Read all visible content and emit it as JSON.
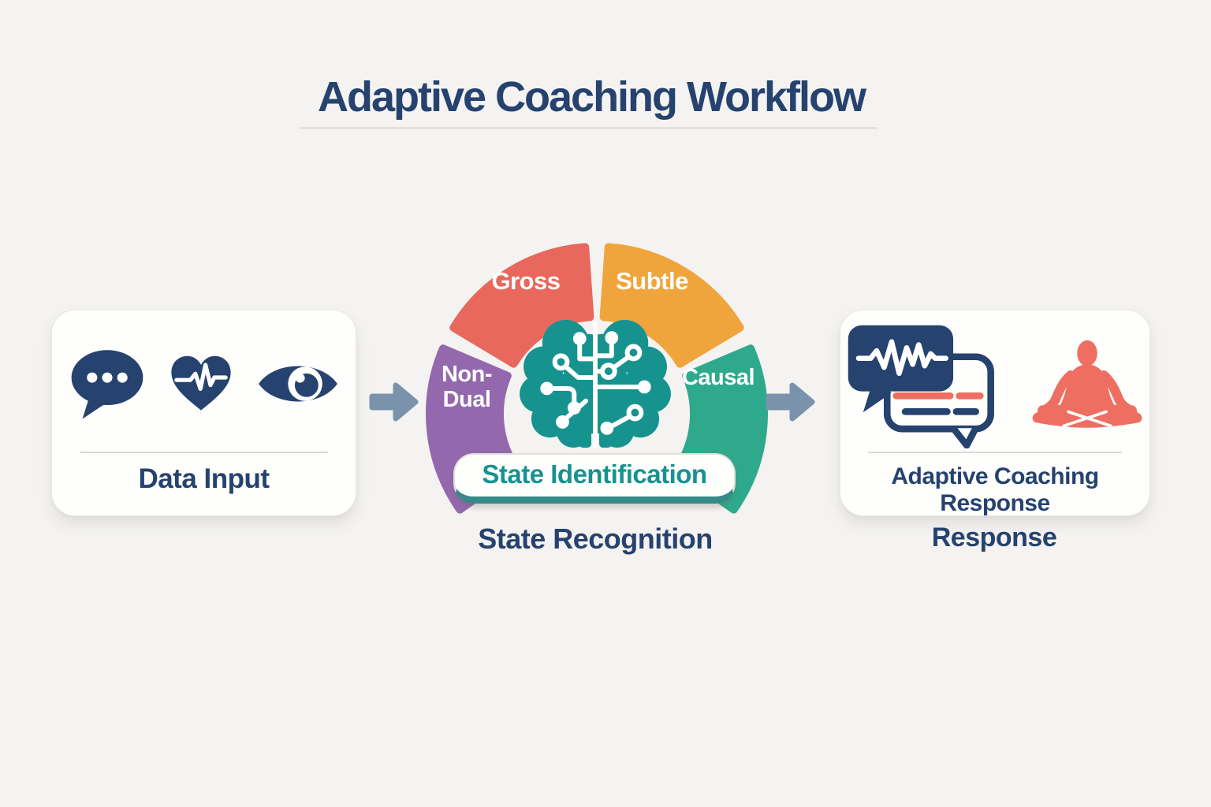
{
  "title": "Adaptive Coaching Workflow",
  "colors": {
    "navy": "#26426E",
    "teal": "#17938F",
    "teal_dark": "#368A88",
    "coral": "#EE6F61",
    "red": "#E8685E",
    "orange": "#F0A53C",
    "purple": "#9468AD",
    "green": "#2FA98C",
    "arrow": "#7A92AB",
    "background": "#F4F3F1",
    "card": "#FEFEFD"
  },
  "stages": {
    "input": {
      "label": "Data Input",
      "icons": [
        "chat-dots-icon",
        "heart-pulse-icon",
        "eye-icon"
      ]
    },
    "recognition": {
      "segments": [
        {
          "label": "Non-Dual",
          "color": "#9468AD"
        },
        {
          "label": "Gross",
          "color": "#E8685E"
        },
        {
          "label": "Subtle",
          "color": "#F0A53C"
        },
        {
          "label": "Causal",
          "color": "#2FA98C"
        }
      ],
      "badge": "State Identification",
      "caption": "State Recognition",
      "icons": [
        "brain-circuit-icon"
      ]
    },
    "response": {
      "label": "Adaptive Coaching Response",
      "caption": "Response",
      "icons": [
        "coaching-chat-icon",
        "meditation-icon"
      ]
    }
  }
}
